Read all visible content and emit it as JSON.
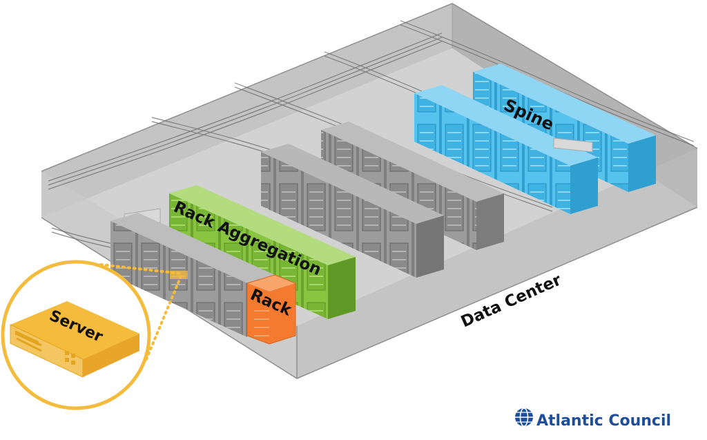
{
  "labels": {
    "spine": "Spine",
    "rack_aggregation": "Rack Aggregation",
    "rack": "Rack",
    "server": "Server",
    "data_center": "Data Center"
  },
  "logo": {
    "text": "Atlantic Council"
  },
  "colors": {
    "spine": "#55c3ee",
    "rack_aggregation": "#8ac542",
    "rack": "#f47a30",
    "server": "#f4bb3c",
    "gray_rack": "#9b9b9b",
    "room": "#cfcfcf",
    "logo": "#1c4e9b"
  }
}
